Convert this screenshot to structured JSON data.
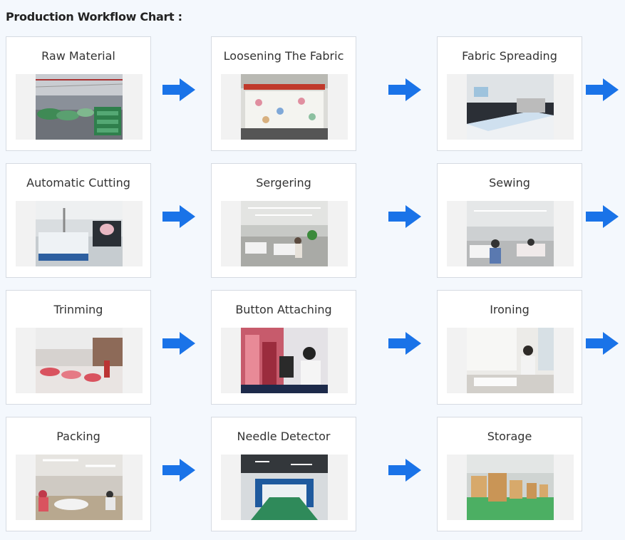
{
  "page": {
    "title": "Production Workflow Chart :"
  },
  "steps": [
    {
      "label": "Raw Material",
      "image": "warehouse-fabric-rolls-photo"
    },
    {
      "label": "Loosening The Fabric",
      "image": "fabric-loosening-machine-photo"
    },
    {
      "label": "Fabric Spreading",
      "image": "fabric-spreading-table-photo"
    },
    {
      "label": "Automatic Cutting",
      "image": "automatic-cutting-machine-photo"
    },
    {
      "label": "Sergering",
      "image": "sergering-workshop-photo"
    },
    {
      "label": "Sewing",
      "image": "sewing-workshop-photo"
    },
    {
      "label": "Trinming",
      "image": "trimming-workshop-photo"
    },
    {
      "label": "Button Attaching",
      "image": "button-attaching-photo"
    },
    {
      "label": "Ironing",
      "image": "ironing-photo"
    },
    {
      "label": "Packing",
      "image": "packing-workshop-photo"
    },
    {
      "label": "Needle Detector",
      "image": "needle-detector-machine-photo"
    },
    {
      "label": "Storage",
      "image": "storage-warehouse-photo"
    }
  ],
  "colors": {
    "arrow": "#1a73e8",
    "card_border": "#d6dbe2",
    "background": "#f4f8fd"
  }
}
